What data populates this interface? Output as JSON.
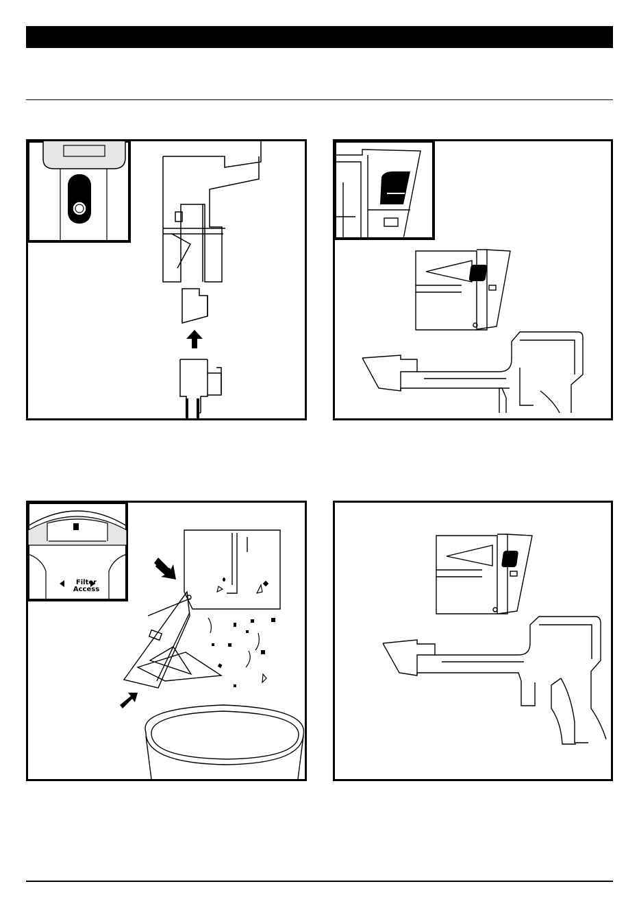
{
  "page": {
    "colors": {
      "ink": "#000000",
      "paper": "#ffffff",
      "header_bar": "#000000",
      "shade": "#e6e6e6"
    }
  },
  "panels": [
    {
      "id": 1,
      "icons": [
        "power-button-icon",
        "up-arrow-icon"
      ]
    },
    {
      "id": 2,
      "icons": [
        "release-button-icon"
      ]
    },
    {
      "id": 3,
      "icons": [
        "filter-access-icon",
        "push-arrow-icon"
      ],
      "inset_label_line1": "Filter",
      "inset_label_line2": "Access"
    },
    {
      "id": 4,
      "icons": [
        "handheld-vacuum-icon"
      ]
    }
  ]
}
